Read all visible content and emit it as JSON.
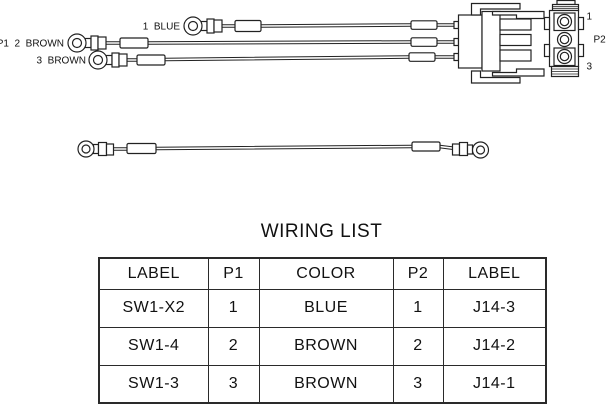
{
  "colors": {
    "line": "#222222",
    "text": "#111111",
    "background": "#ffffff",
    "table_border": "#2a2a2a"
  },
  "harness": {
    "wire1_label": "1  BLUE",
    "wire2_label": "P1  2  BROWN",
    "wire3_label": "3  BROWN",
    "connector": {
      "pin_top_label": "1",
      "name": "P2",
      "pin_bottom_label": "3"
    }
  },
  "wiring_list": {
    "title": "WIRING LIST",
    "headers": [
      "LABEL",
      "P1",
      "COLOR",
      "P2",
      "LABEL"
    ],
    "rows": [
      [
        "SW1-X2",
        "1",
        "BLUE",
        "1",
        "J14-3"
      ],
      [
        "SW1-4",
        "2",
        "BROWN",
        "2",
        "J14-2"
      ],
      [
        "SW1-3",
        "3",
        "BROWN",
        "3",
        "J14-1"
      ]
    ]
  }
}
